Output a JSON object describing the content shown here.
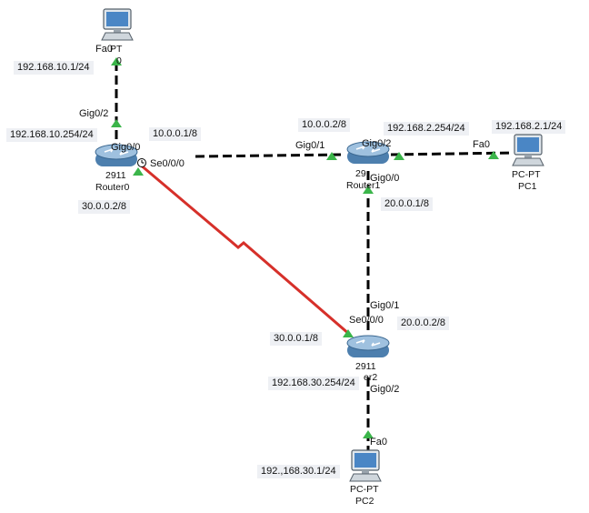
{
  "devices": {
    "pc0": {
      "model": "PT",
      "name": "0"
    },
    "pc1": {
      "model": "PC-PT",
      "name": "PC1"
    },
    "pc2": {
      "model": "PC-PT",
      "name": "PC2"
    },
    "router0": {
      "model": "2911",
      "name": "Router0"
    },
    "router1": {
      "model": "29",
      "name": "Router1"
    },
    "router2": {
      "model": "2911",
      "name": "er2"
    }
  },
  "ips": {
    "pc0": "192.168.10.1/24",
    "router0_gig02": "192.168.10.254/24",
    "router0_se": "10.0.0.1/8",
    "router0_gig00": "30.0.0.2/8",
    "router1_gig01": "10.0.0.2/8",
    "router1_gig02": "192.168.2.254/24",
    "pc1": "192.168.2.1/24",
    "router1_gig00": "20.0.0.1/8",
    "router2_gig01": "20.0.0.2/8",
    "router2_se": "30.0.0.1/8",
    "router2_gig02": "192.168.30.254/24",
    "pc2": "192.,168.30.1/24"
  },
  "ports": {
    "pc0_fa0": "Fa0",
    "router0_gig02": "Gig0/2",
    "router0_gig00": "Gig0/0",
    "router0_se": "Se0/0/0",
    "router1_gig01": "Gig0/1",
    "router1_gig02": "Gig0/2",
    "pc1_fa0": "Fa0",
    "router1_gig00": "Gig0/0",
    "router2_gig01": "Gig0/1",
    "router2_se": "Se0/0/0",
    "router2_gig02": "Gig0/2",
    "pc2_fa0": "Fa0"
  },
  "colors": {
    "link": "#000000",
    "serial": "#d6302a",
    "status_up": "#3bb54a",
    "router_body": "#5a8fbf",
    "pc_screen": "#4a86c5"
  }
}
